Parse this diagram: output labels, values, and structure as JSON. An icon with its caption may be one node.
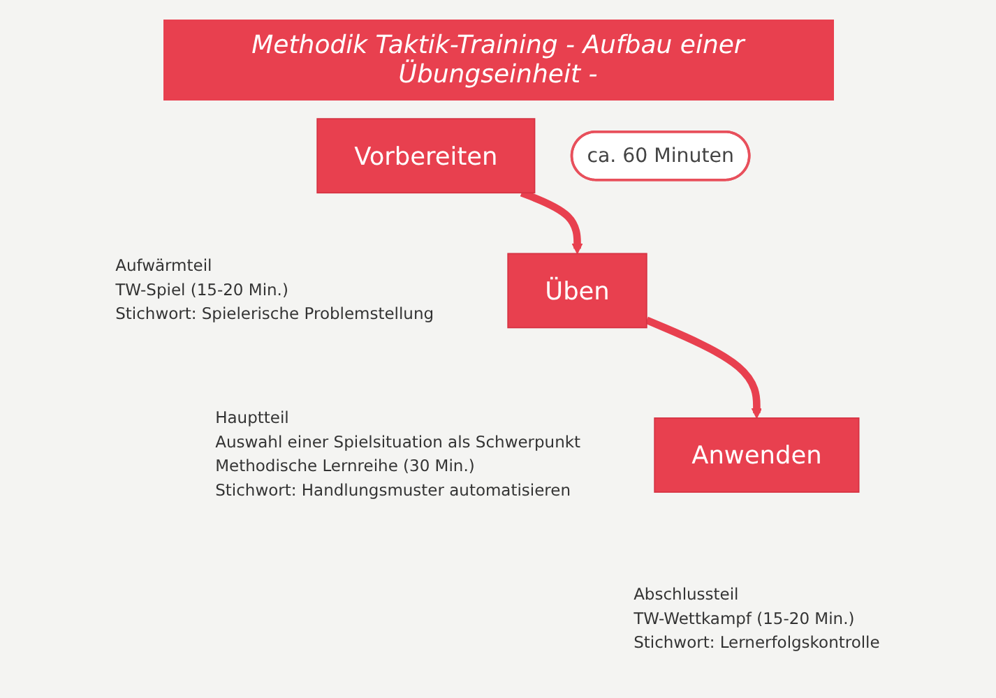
{
  "diagram": {
    "title": "Methodik Taktik-Training - Aufbau einer Übungseinheit -",
    "nodes": [
      {
        "text": [
          "Vorbereiten"
        ],
        "beside": [
          "Aufwärmteil",
          "TW-Spiel (15-20 Min.)",
          "Stichwort: Spielerische Problemstellung"
        ]
      },
      {
        "text": [
          "Üben"
        ],
        "beside": [
          "Hauptteil",
          "Auswahl einer Spielsituation als Schwerpunkt",
          "Methodische Lernreihe (30 Min.)",
          "Stichwort: Handlungsmuster automatisieren"
        ]
      },
      {
        "text": [
          "Anwenden"
        ],
        "beside": [
          "Abschlussteil",
          "TW-Wettkampf (15-20 Min.)",
          "Stichwort: Lernerfolgskontrolle"
        ]
      },
      {
        "text": [
          "ca. 60 Minuten"
        ]
      }
    ],
    "edges": [
      {
        "from": 0,
        "to": 1,
        "arrow": "to"
      },
      {
        "from": 1,
        "to": 2,
        "arrow": "to"
      }
    ]
  }
}
